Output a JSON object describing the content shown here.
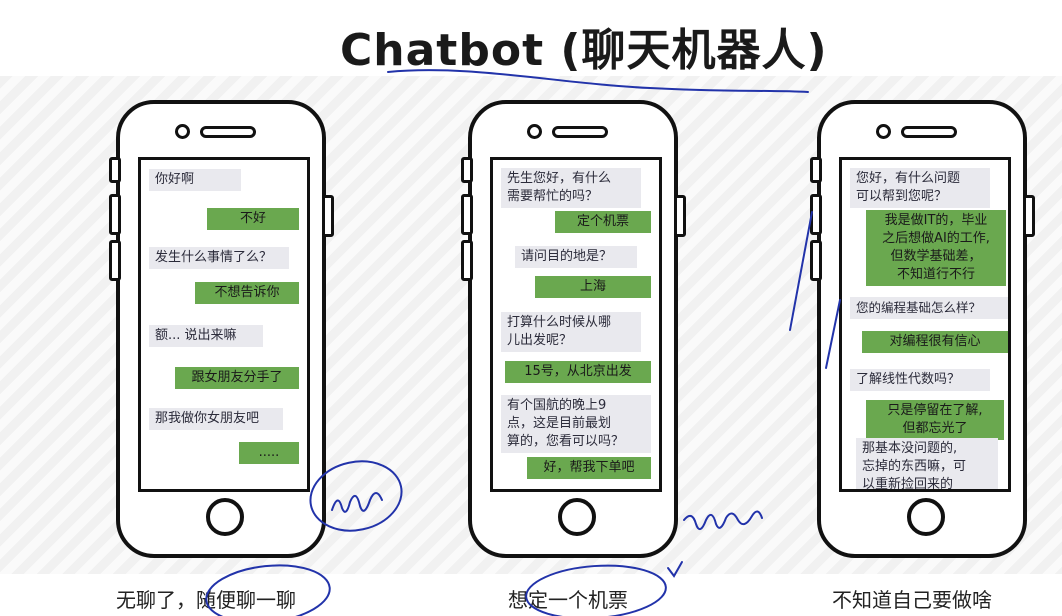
{
  "title": "Chatbot (聊天机器人)",
  "phones": [
    {
      "messages": [
        {
          "text": "你好啊",
          "side": "left"
        },
        {
          "text": "不好",
          "side": "right"
        },
        {
          "text": "发生什么事情了么？",
          "side": "left"
        },
        {
          "text": "不想告诉你",
          "side": "right"
        },
        {
          "text": "额... 说出来嘛",
          "side": "left"
        },
        {
          "text": "跟女朋友分手了",
          "side": "right"
        },
        {
          "text": "那我做你女朋友吧",
          "side": "left"
        },
        {
          "text": ".....",
          "side": "right"
        }
      ],
      "caption": "无聊了，随便聊一聊"
    },
    {
      "messages": [
        {
          "text": "先生您好，有什么\n需要帮忙的吗？",
          "side": "left"
        },
        {
          "text": "定个机票",
          "side": "right"
        },
        {
          "text": "请问目的地是？",
          "side": "left"
        },
        {
          "text": "上海",
          "side": "right"
        },
        {
          "text": "打算什么时候从哪\n儿出发呢？",
          "side": "left"
        },
        {
          "text": "15号，从北京出发",
          "side": "right"
        },
        {
          "text": "有个国航的晚上9\n点，这是目前最划\n算的，您看可以吗？",
          "side": "left"
        },
        {
          "text": "好，帮我下单吧",
          "side": "right"
        }
      ],
      "caption": "想定一个机票"
    },
    {
      "messages": [
        {
          "text": "您好，有什么问题\n可以帮到您呢？",
          "side": "left"
        },
        {
          "text": "我是做IT的，毕业\n之后想做AI的工作,\n但数学基础差，\n不知道行不行",
          "side": "right"
        },
        {
          "text": "您的编程基础怎么样？",
          "side": "left"
        },
        {
          "text": "对编程很有信心",
          "side": "right"
        },
        {
          "text": "了解线性代数吗？",
          "side": "left"
        },
        {
          "text": "只是停留在了解,\n但都忘光了",
          "side": "right"
        },
        {
          "text": "那基本没问题的,\n忘掉的东西嘛，可\n以重新捡回来的",
          "side": "left"
        }
      ],
      "caption": "不知道自己要做啥"
    }
  ],
  "colors": {
    "bot_bubble": "#e9e9ee",
    "user_bubble": "#6aa84f",
    "ink": "#2233aa"
  }
}
